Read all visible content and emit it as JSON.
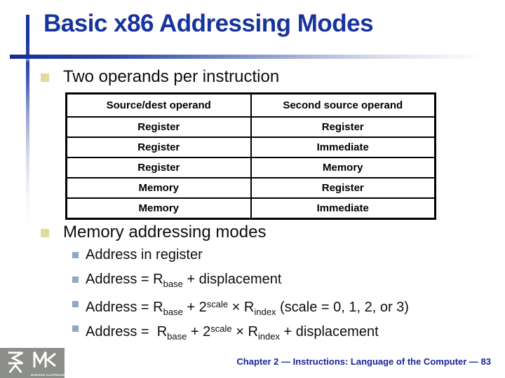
{
  "title": "Basic x86 Addressing Modes",
  "bullets": {
    "first": "Two operands per instruction",
    "second": "Memory addressing modes"
  },
  "table": {
    "headers": [
      "Source/dest operand",
      "Second source operand"
    ],
    "rows": [
      [
        "Register",
        "Register"
      ],
      [
        "Register",
        "Immediate"
      ],
      [
        "Register",
        "Memory"
      ],
      [
        "Memory",
        "Register"
      ],
      [
        "Memory",
        "Immediate"
      ]
    ]
  },
  "sub_bullets": [
    {
      "segments": [
        {
          "t": "Address in register"
        }
      ]
    },
    {
      "segments": [
        {
          "t": "Address = R"
        },
        {
          "t": "base",
          "style": "sub"
        },
        {
          "t": " + displacement"
        }
      ]
    },
    {
      "segments": [
        {
          "t": "Address = R"
        },
        {
          "t": "base",
          "style": "sub"
        },
        {
          "t": " + 2"
        },
        {
          "t": "scale",
          "style": "sup"
        },
        {
          "t": " × R"
        },
        {
          "t": "index",
          "style": "sub"
        },
        {
          "t": " (scale = 0, 1, 2, or 3)"
        }
      ]
    },
    {
      "segments": [
        {
          "t": "Address =  R"
        },
        {
          "t": "base",
          "style": "sub"
        },
        {
          "t": " + 2"
        },
        {
          "t": "scale",
          "style": "sup"
        },
        {
          "t": " × R"
        },
        {
          "t": "index",
          "style": "sub"
        },
        {
          "t": " + displacement"
        }
      ]
    }
  ],
  "footer": {
    "text": "Chapter 2 — Instructions: Language of the Computer — 83"
  },
  "logo": {
    "brand": "MK",
    "subtext": "MORGAN KAUFMANN"
  },
  "colors": {
    "title_navy": "#17339c",
    "footer_navy": "#18249a",
    "bullet_level1": "#dedd9d",
    "bullet_level2": "#8fa9c2",
    "logo_gray": "#8b8e89",
    "table_border": "#000000"
  }
}
